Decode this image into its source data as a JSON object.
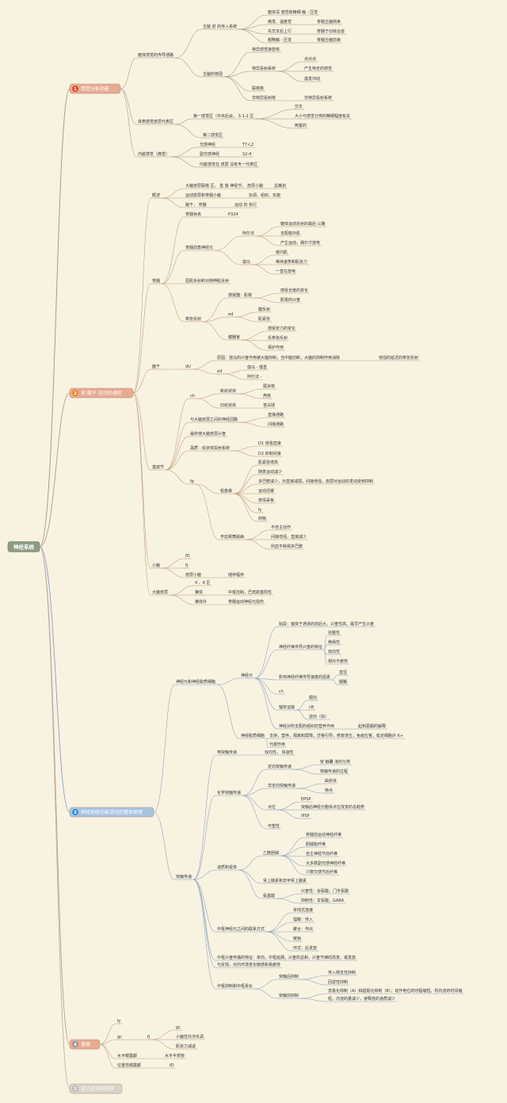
{
  "root": "神经系统",
  "colors": {
    "background": "#f8f2e1",
    "root": "#8e9c84",
    "branch1": "#e6ab92",
    "branch2": "#e6ab92",
    "branch3": "#a8c3e1",
    "branch4": "#e6ab92",
    "branch5": "#d7d3c8",
    "line1": "#9b9a7a",
    "line2": "#ba9d7b",
    "line3": "#88a0bd",
    "line4": "#bba383",
    "line5": "#b7b4aa"
  },
  "branches": [
    {
      "num": "1",
      "label": "感觉分析功能",
      "badge": "#e04b2a"
    },
    {
      "num": "2",
      "label": "对 躯干 运动的调控",
      "badge": "#eb8a24"
    },
    {
      "num": "3",
      "label": "神经系统功能活动的基本原理",
      "badge": "#3893d6"
    },
    {
      "num": "4",
      "label": "盖眼",
      "badge": "#9a9a9a"
    },
    {
      "num": "5",
      "label": "设计运动的程序",
      "badge": "#bcbcbc"
    }
  ],
  "nodes": [
    "躯体感觉的传导通路",
    "丘脑 前 的传入系统",
    "躯体深 感觉和精细 触 - 压觉",
    "痛觉、温度觉",
    "脊髓丘脑侧束",
    "先交叉后上行",
    "脊髓于切综合症",
    "粗略触 - 压觉",
    "脊髓丘脑前束",
    "丘脑的核团",
    "特异感觉接替核",
    "特异投射系统",
    "点对点",
    "产生特定的感觉",
    "激发冲动",
    "联络核",
    "非特异投射核",
    "非特异投射系统",
    "体表感觉皮层代表区",
    "第一感觉区（中央后会， 3-1-2 区",
    "交叉",
    "大小与感觉分辨的精细程度有关",
    "倒置的",
    "第二感觉区",
    "内脏感觉（痛觉）",
    "交感神经",
    "T7-L2",
    "副交感神经",
    "S2-4",
    "内脏感觉在 皮层 没有专一代表区",
    "概述",
    "大脑皮层联络 区， 基 底 神经节， 皮层小脑",
    "总策划",
    "运动皮层和脊髓小脑",
    "协调、组织、实施",
    "脑干， 脊髓",
    "运动 的 执行",
    "脊髓",
    "脊髓休克",
    "P324",
    "脊髓前角神经元",
    "阿尔法",
    "躯体运动反射的最后 公路",
    "支配梭外肌",
    "产生运动，偶尔才放电",
    "伽马",
    "梭内肌",
    "维持姿势和肌张力",
    "一直在放电",
    "屈肌反射和对侧伸肌反射",
    "牵张反射",
    "感受器：肌梭",
    "感受长度的变化",
    "肌梭的兴奋",
    "ed",
    "腱反射",
    "肌紧张",
    "腱器官",
    "感受张力的变化",
    "反牵张反射",
    "保护作用",
    "脑干",
    "dU",
    "原因：弛马的兴奋作用被大脑抑制，当中脑切断，大脑的抑制作用消除",
    "增强的延迟的牵张反射",
    "ed",
    "伽马 - 僵直",
    "阿尔法 -",
    "基底节",
    "ch",
    "新纹状体",
    "尾状核",
    "壳核",
    "旧纹状体",
    "苍白球",
    "与大脑皮层之间的神经回路",
    "直接通路",
    "间接通路",
    "最终使大脑皮层兴奋",
    "黑质 - 纹状体投射系统",
    "D1 增强直接",
    "D2 抑制间接",
    "fp",
    "帕金森",
    "肌紧张增高",
    "随意运动减少",
    "多巴胺减少，对直接减弱，间接增强，皮层对运动的发动受到抑制",
    "运动迟缓",
    "表情呆板",
    "fy",
    "药物",
    "亨廷顿舞蹈病",
    "不自主动作",
    "间接增强，直接减少",
    "利血平耗竭多巴胺",
    "小脑",
    "fD",
    "fJ",
    "皮层小脑",
    "储存程序",
    "大脑皮层",
    "4 、6 区",
    "锥体",
    "中枢控制，巴宾斯基阳性",
    "锥体外",
    "脊髓运动神经元损伤",
    "神经元和神经胶质细胞",
    "神经元",
    "始段：轴突于通道的前后大，兴奋性高，最早产生兴奋",
    "神经纤维传导兴奋的特征",
    "完整性",
    "绝缘性",
    "双向性",
    "相对不疲劳",
    "影响神经纤维传导速度的因素",
    "直径",
    "髓鞘",
    "ch",
    "轴浆运输",
    "顺向",
    "cB",
    "逆向（快）",
    "神经对所支配的组织的营养作用",
    "起到恶服的解释",
    "神经胶质细胞",
    "支持，营养，隔离和屏障，迁移引导，修复增生，免疫应答，稳定细胞外 K+",
    "代谢作用",
    "突触传递",
    "电突触传递",
    "双向性， 快速性",
    "化学突触传递",
    "定向突触传递",
    "突 触囊 泡的分类",
    "突触传递的过程",
    "非定向突触传递",
    "曲张体",
    "特点",
    "点位",
    "EPSP",
    "突触后神经元胞体点位改变的总趋势",
    "IPSP",
    "可塑性",
    "递质和受体",
    "乙酰胆碱",
    "脊髓前运动神经纤维",
    "胆碱能纤维",
    "自主神经节前纤维",
    "大多数副交感神经纤维",
    "少数交感节后纤维",
    "肾上腺素和去甲肾上腺素",
    "氨基酸",
    "兴奋性：谷氨酸，门冬氨酸",
    "抑制性：甘氨酸，GABA",
    "中枢神经元之间的联系方式",
    "单线式连接",
    "辐散：传入",
    "聚合：传出",
    "链锁",
    "环式：后发放",
    "中枢兴奋传播的特征：单向，中枢延搁，兴奋的总和，兴奋节律的改变，或发放",
    "与反馈，对内环境变化敏感和易疲劳",
    "中枢抑制和中枢易化",
    "突触后抑制",
    "传入侧支性抑制",
    "回返性抑制",
    "突触前抑制",
    "去极化抑制（A）和超极化抑制（B），动作电位的时程缩短，钙内流的时间缩",
    "短，内流的量减少，使释放的递质减少",
    "fy",
    "gc",
    "fJ",
    "gc",
    "小脑性共济失调",
    "肌张力减退",
    "水平眼震颤",
    "水平半规管",
    "位置性眼震颤",
    "fD"
  ]
}
